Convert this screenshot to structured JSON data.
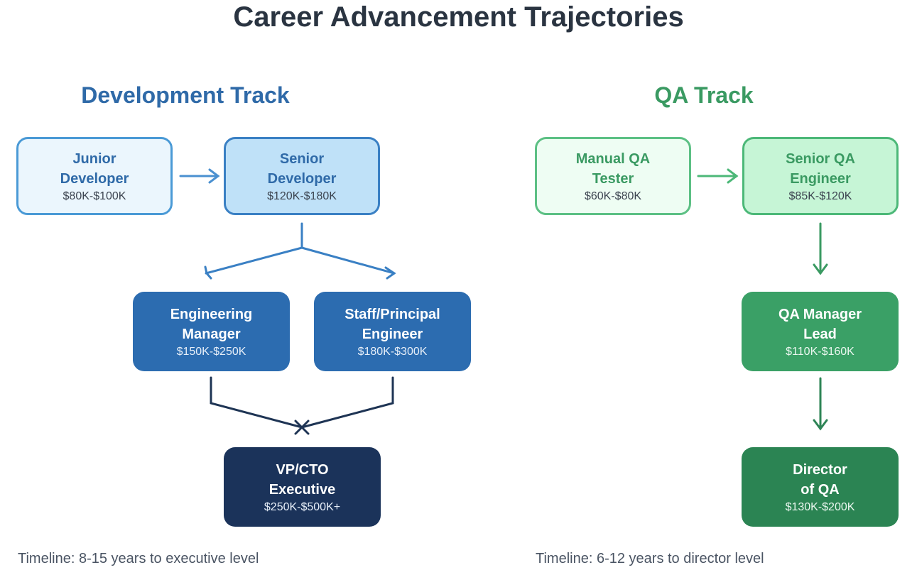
{
  "title": "Career Advancement Trajectories",
  "colors": {
    "dev_accent": "#2f6aa8",
    "qa_accent": "#3a9a62"
  },
  "dev_track": {
    "title": "Development Track",
    "nodes": [
      {
        "name": "Junior\nDeveloper",
        "salary": "$80K-$100K"
      },
      {
        "name": "Senior\nDeveloper",
        "salary": "$120K-$180K"
      },
      {
        "name": "Engineering\nManager",
        "salary": "$150K-$250K"
      },
      {
        "name": "Staff/Principal\nEngineer",
        "salary": "$180K-$300K"
      },
      {
        "name": "VP/CTO\nExecutive",
        "salary": "$250K-$500K+"
      }
    ],
    "timeline": "Timeline: 8-15 years to executive level"
  },
  "qa_track": {
    "title": "QA Track",
    "nodes": [
      {
        "name": "Manual QA\nTester",
        "salary": "$60K-$80K"
      },
      {
        "name": "Senior QA\nEngineer",
        "salary": "$85K-$120K"
      },
      {
        "name": "QA Manager\nLead",
        "salary": "$110K-$160K"
      },
      {
        "name": "Director\nof QA",
        "salary": "$130K-$200K"
      }
    ],
    "timeline": "Timeline: 6-12 years to director level"
  }
}
